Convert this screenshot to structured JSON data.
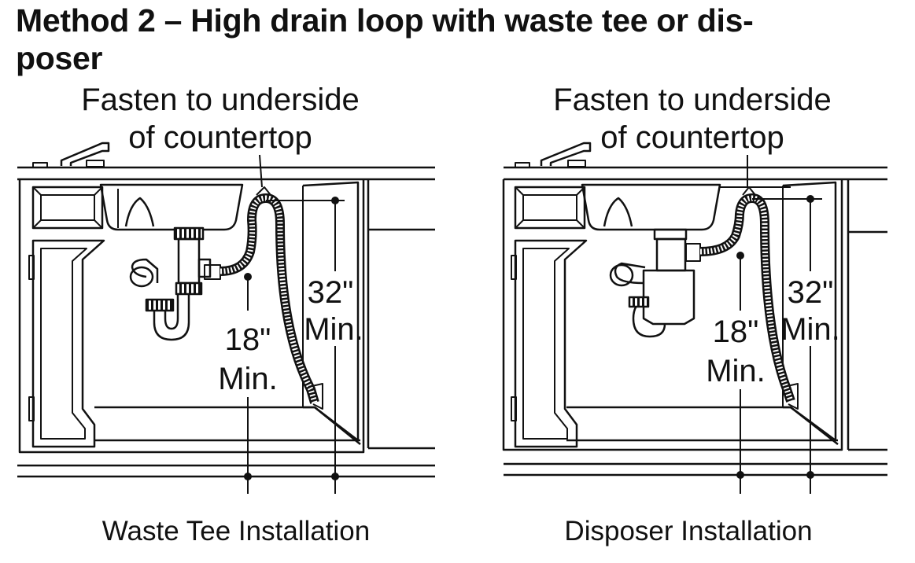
{
  "title_line1": "Method 2 – High drain loop with waste tee or dis-",
  "title_line2": "poser",
  "left": {
    "callout_line1": "Fasten to underside",
    "callout_line2": "of countertop",
    "dim_high_value": "32\"",
    "dim_high_unit": "Min.",
    "dim_low_value": "18\"",
    "dim_low_unit": "Min.",
    "caption": "Waste Tee Installation"
  },
  "right": {
    "callout_line1": "Fasten to underside",
    "callout_line2": "of countertop",
    "dim_high_value": "32\"",
    "dim_high_unit": "Min.",
    "dim_low_value": "18\"",
    "dim_low_unit": "Min.",
    "caption": "Disposer Installation"
  }
}
